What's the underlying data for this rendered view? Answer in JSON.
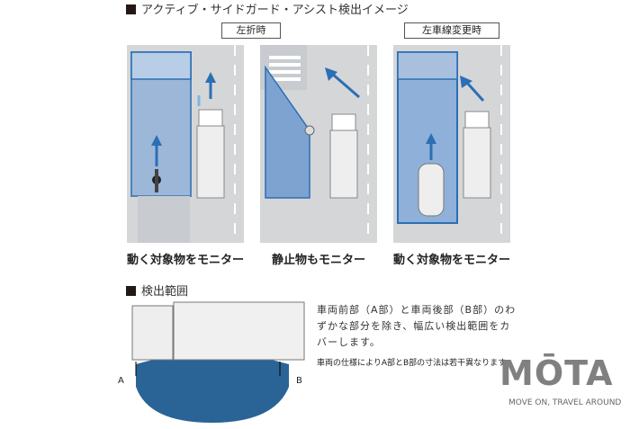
{
  "section1": {
    "title": "アクティブ・サイドガード・アシスト検出イメージ",
    "tags": [
      "左折時",
      "左車線変更時"
    ],
    "captions": [
      "動く対象物をモニター",
      "静止物もモニター",
      "動く対象物をモニター"
    ]
  },
  "section2": {
    "title": "検出範囲",
    "label_a": "A",
    "label_b": "B",
    "description": "車両前部（A部）と車両後部（B部）のわずかな部分を除き、幅広い検出範囲をカバーします。",
    "note": "車両の仕様によりA部とB部の寸法は若干異なります。"
  },
  "watermark": {
    "logo": "MOTA",
    "tagline": "MOVE ON, TRAVEL AROUND"
  },
  "colors": {
    "zone": "#7fa3d1",
    "zone_dark": "#2a6496",
    "arrow": "#2b6fb5"
  }
}
